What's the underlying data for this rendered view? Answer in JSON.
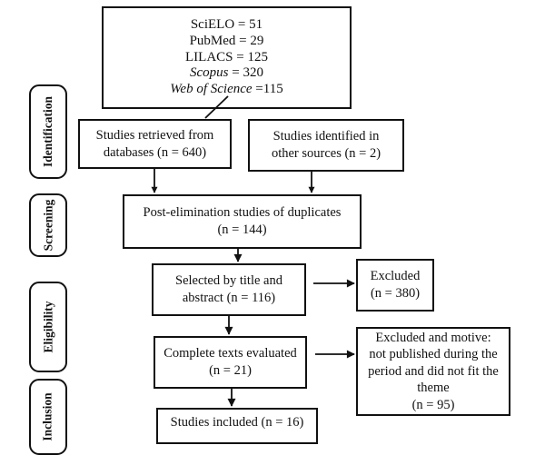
{
  "stages": [
    {
      "label": "Identification"
    },
    {
      "label": "Screening"
    },
    {
      "label": "Eligibility"
    },
    {
      "label": "Inclusion"
    }
  ],
  "sources_box": {
    "lines": [
      {
        "em": "",
        "rest": "SciELO = 51"
      },
      {
        "em": "",
        "rest": "PubMed = 29"
      },
      {
        "em": "",
        "rest": "LILACS = 125"
      },
      {
        "em": "Scopus",
        "rest": " = 320"
      },
      {
        "em": "Web of Science",
        "rest": " =115"
      }
    ]
  },
  "boxes": {
    "retrieved": {
      "line1": "Studies retrieved from",
      "line2": "databases (n = 640)"
    },
    "other_sources": {
      "line1": "Studies identified in",
      "line2": "other sources (n = 2)"
    },
    "deduplicated": {
      "line1": "Post-elimination studies of duplicates",
      "line2": "(n = 144)"
    },
    "title_abstract": {
      "line1": "Selected by title and",
      "line2": "abstract (n = 116)"
    },
    "excluded_screening": {
      "line1": "Excluded",
      "line2": "(n = 380)"
    },
    "full_text": {
      "line1": "Complete texts evaluated",
      "line2": "(n = 21)"
    },
    "excluded_eligibility": {
      "lines": [
        "Excluded and motive:",
        "not published during the",
        "period and did not fit the",
        "theme",
        "(n = 95)"
      ]
    },
    "included": {
      "line1": "Studies included (n = 16)"
    }
  },
  "colors": {
    "line": "#111111",
    "background": "#ffffff",
    "text": "#111111"
  }
}
